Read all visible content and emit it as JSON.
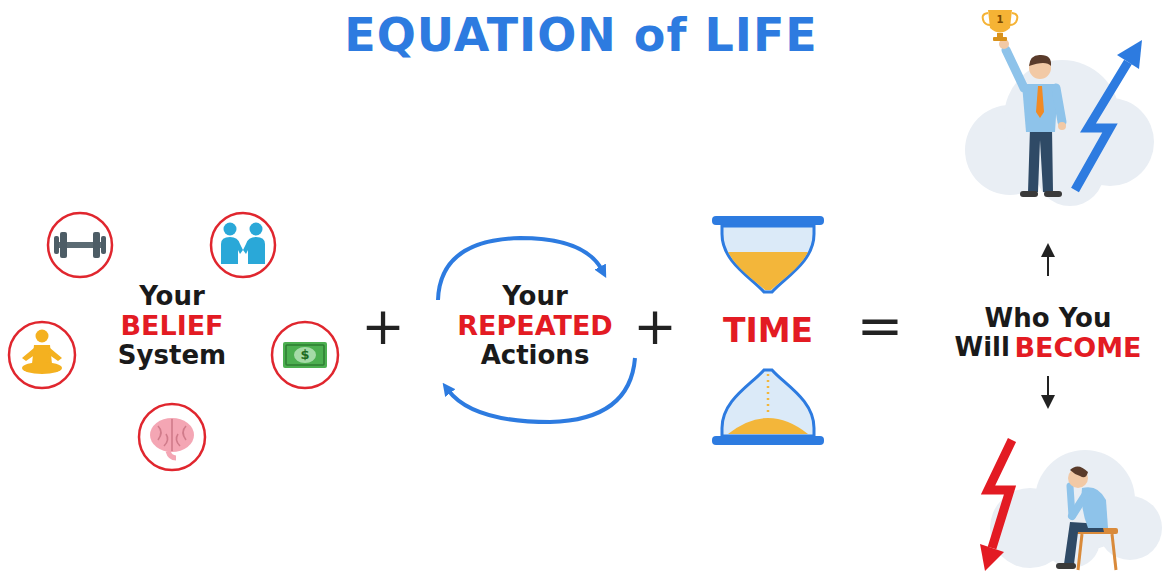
{
  "diagram": {
    "title": "EQUATION of LIFE",
    "labels": [
      "Your",
      "BELIEF",
      "System",
      "+",
      "Your",
      "REPEATED",
      "Actions",
      "+",
      "TIME",
      "=",
      "Who You",
      "Will",
      "BECOME",
      "$",
      "1"
    ]
  }
}
